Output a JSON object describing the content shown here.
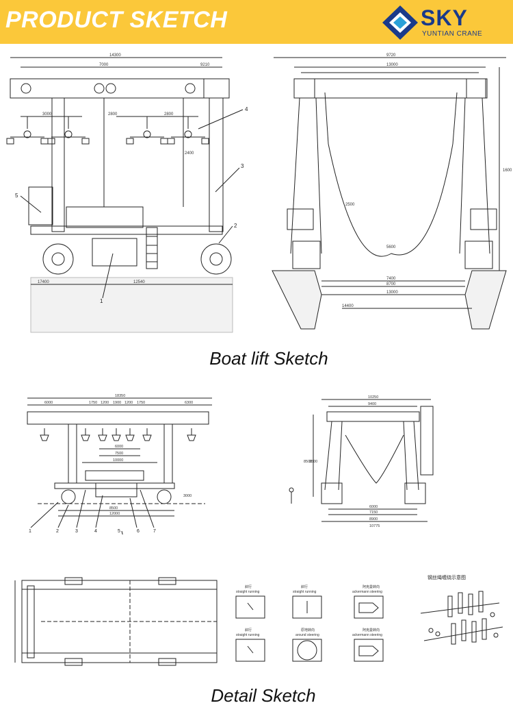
{
  "header": {
    "title": "PRODUCT SKETCH",
    "logo_text": "SKY",
    "logo_sub": "YUNTIAN CRANE",
    "bg_color": "#fbc83a",
    "logo_color": "#1a3a8a"
  },
  "captions": {
    "boat_lift": "Boat lift Sketch",
    "detail": "Detail Sketch"
  },
  "sketch1": {
    "dims": [
      "14300",
      "7000",
      "9210",
      "3000",
      "2800",
      "2800",
      "2400",
      "17400",
      "12540"
    ],
    "callouts": [
      "1",
      "2",
      "3",
      "4",
      "5"
    ],
    "end_dims": [
      "9720",
      "13000",
      "1600",
      "2500",
      "5600",
      "7400",
      "8700",
      "13000",
      "14400"
    ]
  },
  "sketch2": {
    "dims": [
      "18350",
      "6000",
      "1750",
      "1200",
      "1900",
      "1200",
      "1750",
      "6300",
      "6000",
      "7500",
      "10000",
      "3000",
      "12000",
      "8500"
    ],
    "callouts": [
      "1",
      "2",
      "3",
      "4",
      "5",
      "6",
      "7"
    ],
    "end_dims": [
      "10250",
      "9400",
      "6000",
      "7150",
      "8900",
      "10775",
      "8500",
      "3500"
    ]
  },
  "steering": {
    "labels": [
      "斜行",
      "straight running",
      "阿克曼转向",
      "ackermann steering",
      "斜行",
      "straight running",
      "原地转向",
      "around steering",
      "斜行",
      "straight running",
      "阿克曼转向",
      "ackermann steering"
    ],
    "rope_title": "钢丝绳缠绕示意图"
  }
}
